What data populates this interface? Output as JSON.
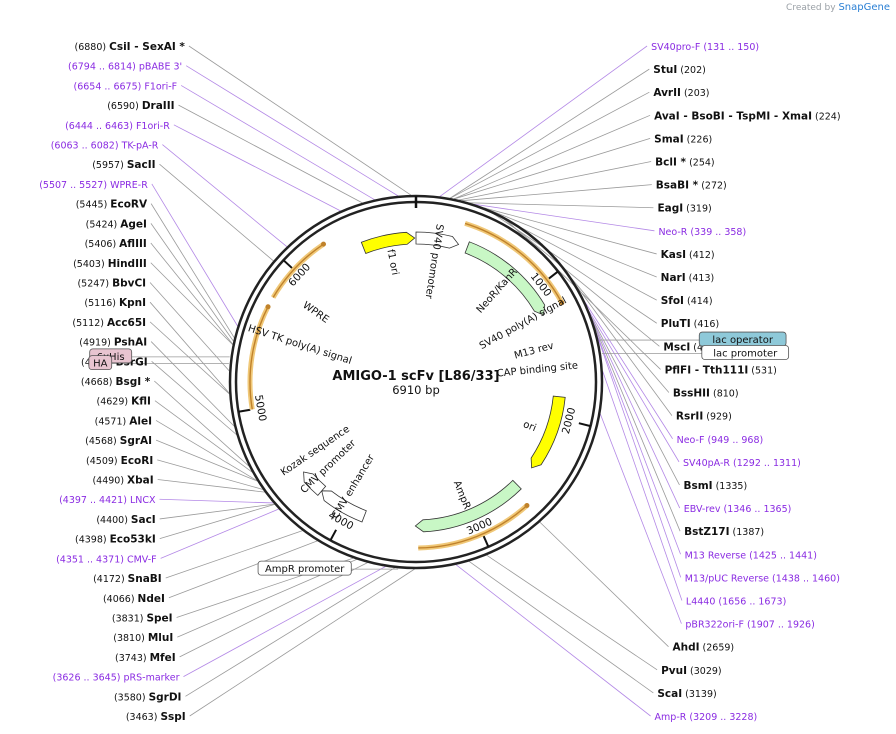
{
  "credit": {
    "prefix": "Created by",
    "brand": "SnapGene"
  },
  "plasmid": {
    "name": "AMIGO-1 scFv [L86/33]",
    "size_label": "6910 bp",
    "length": 6910
  },
  "colors": {
    "site": "#111111",
    "feature_label": "#8a2be2",
    "primer": "#8a2be2",
    "ring": "#222222",
    "orf_arrow": "#d9a441",
    "green_feature": "#c8f7c5",
    "yellow_feature": "#ffff00",
    "gray_feature": "#9a9a9a",
    "lac_operator_fill": "#8ec9d9"
  },
  "ticks": [
    {
      "label": "1000",
      "bp": 1000
    },
    {
      "label": "2000",
      "bp": 2000
    },
    {
      "label": "3000",
      "bp": 3000
    },
    {
      "label": "4000",
      "bp": 4000
    },
    {
      "label": "5000",
      "bp": 5000
    },
    {
      "label": "6000",
      "bp": 6000
    }
  ],
  "labels": [
    {
      "name": "CsiI",
      "extra": "- SexAI *",
      "pos": "(6880)",
      "kind": "site",
      "bp": 6880
    },
    {
      "name": "SV40pro-F",
      "pos": "(131 .. 150)",
      "kind": "primer",
      "bp": 140
    },
    {
      "name": "pBABE 3'",
      "pos": "(6794 .. 6814)",
      "kind": "primer",
      "bp": 6804
    },
    {
      "name": "StuI",
      "pos": "(202)",
      "kind": "site",
      "bp": 202
    },
    {
      "name": "AvrII",
      "pos": "(203)",
      "kind": "site",
      "bp": 203
    },
    {
      "name": "F1ori-F",
      "pos": "(6654 .. 6675)",
      "kind": "primer",
      "bp": 6664
    },
    {
      "name": "AvaI",
      "extra": "- BsoBI - TspMI - XmaI",
      "pos": "(224)",
      "kind": "site",
      "bp": 224
    },
    {
      "name": "DraIII",
      "pos": "(6590)",
      "kind": "site",
      "bp": 6590
    },
    {
      "name": "SmaI",
      "pos": "(226)",
      "kind": "site",
      "bp": 226
    },
    {
      "name": "BclI *",
      "pos": "(254)",
      "kind": "site",
      "bp": 254
    },
    {
      "name": "F1ori-R",
      "pos": "(6444 .. 6463)",
      "kind": "primer",
      "bp": 6453
    },
    {
      "name": "BsaBI *",
      "pos": "(272)",
      "kind": "site",
      "bp": 272
    },
    {
      "name": "EagI",
      "pos": "(319)",
      "kind": "site",
      "bp": 319
    },
    {
      "name": "TK-pA-R",
      "pos": "(6063 .. 6082)",
      "kind": "primer",
      "bp": 6072
    },
    {
      "name": "Neo-R",
      "pos": "(339 .. 358)",
      "kind": "primer",
      "bp": 348
    },
    {
      "name": "SacII",
      "pos": "(5957)",
      "kind": "site",
      "bp": 5957
    },
    {
      "name": "KasI",
      "pos": "(412)",
      "kind": "site",
      "bp": 412
    },
    {
      "name": "NarI",
      "pos": "(413)",
      "kind": "site",
      "bp": 413
    },
    {
      "name": "SfoI",
      "pos": "(414)",
      "kind": "site",
      "bp": 414
    },
    {
      "name": "PluTI",
      "pos": "(416)",
      "kind": "site",
      "bp": 416
    },
    {
      "name": "MscI",
      "pos": "(495)",
      "kind": "site",
      "bp": 495
    },
    {
      "name": "PflFI",
      "extra": "- Tth111I",
      "pos": "(531)",
      "kind": "site",
      "bp": 531
    },
    {
      "name": "BssHII",
      "pos": "(810)",
      "kind": "site",
      "bp": 810
    },
    {
      "name": "WPRE-R",
      "pos": "(5507 .. 5527)",
      "kind": "primer",
      "bp": 5517
    },
    {
      "name": "RsrII",
      "pos": "(929)",
      "kind": "site",
      "bp": 929
    },
    {
      "name": "EcoRV",
      "pos": "(5445)",
      "kind": "site",
      "bp": 5445
    },
    {
      "name": "Neo-F",
      "pos": "(949 .. 968)",
      "kind": "primer",
      "bp": 958
    },
    {
      "name": "AgeI",
      "pos": "(5424)",
      "kind": "site",
      "bp": 5424
    },
    {
      "name": "SV40pA-R",
      "pos": "(1292 .. 1311)",
      "kind": "primer",
      "bp": 1301
    },
    {
      "name": "AflIII",
      "pos": "(5406)",
      "kind": "site",
      "bp": 5406
    },
    {
      "name": "HindIII",
      "pos": "(5403)",
      "kind": "site",
      "bp": 5403
    },
    {
      "name": "BsmI",
      "pos": "(1335)",
      "kind": "site",
      "bp": 1335
    },
    {
      "name": "EBV-rev",
      "pos": "(1346 .. 1365)",
      "kind": "primer",
      "bp": 1355
    },
    {
      "name": "BstZ17I",
      "pos": "(1387)",
      "kind": "site",
      "bp": 1387
    },
    {
      "name": "BbvCI",
      "pos": "(5247)",
      "kind": "site",
      "bp": 5247
    },
    {
      "name": "M13 Reverse",
      "pos": "(1425 .. 1441)",
      "kind": "primer",
      "bp": 1433
    },
    {
      "name": "KpnI",
      "pos": "(5116)",
      "kind": "site",
      "bp": 5116
    },
    {
      "name": "Acc65I",
      "pos": "(5112)",
      "kind": "site",
      "bp": 5112
    },
    {
      "name": "M13/pUC Reverse",
      "pos": "(1438 .. 1460)",
      "kind": "primer",
      "bp": 1449
    },
    {
      "name": "PshAI",
      "pos": "(4919)",
      "kind": "site",
      "bp": 4919
    },
    {
      "name": "BsrGI",
      "pos": "(4868)",
      "kind": "site",
      "bp": 4868
    },
    {
      "name": "L4440",
      "pos": "(1656 .. 1673)",
      "kind": "primer",
      "bp": 1664
    },
    {
      "name": "pBR322ori-F",
      "pos": "(1907 .. 1926)",
      "kind": "primer",
      "bp": 1916
    },
    {
      "name": "BsgI *",
      "pos": "(4668)",
      "kind": "site",
      "bp": 4668
    },
    {
      "name": "KflI",
      "pos": "(4629)",
      "kind": "site",
      "bp": 4629
    },
    {
      "name": "AleI",
      "pos": "(4571)",
      "kind": "site",
      "bp": 4571
    },
    {
      "name": "SgrAI",
      "pos": "(4568)",
      "kind": "site",
      "bp": 4568
    },
    {
      "name": "EcoRI",
      "pos": "(4509)",
      "kind": "site",
      "bp": 4509
    },
    {
      "name": "XbaI",
      "pos": "(4490)",
      "kind": "site",
      "bp": 4490
    },
    {
      "name": "SacI",
      "pos": "(4400)",
      "kind": "site",
      "bp": 4400
    },
    {
      "name": "Eco53kI",
      "pos": "(4398)",
      "kind": "site",
      "bp": 4398
    },
    {
      "name": "LNCX",
      "pos": "(4397 .. 4421)",
      "kind": "primer",
      "bp": 4409
    },
    {
      "name": "CMV-F",
      "pos": "(4351 .. 4371)",
      "kind": "primer",
      "bp": 4361
    },
    {
      "name": "SnaBI",
      "pos": "(4172)",
      "kind": "site",
      "bp": 4172
    },
    {
      "name": "NdeI",
      "pos": "(4066)",
      "kind": "site",
      "bp": 4066
    },
    {
      "name": "AhdI",
      "pos": "(2659)",
      "kind": "site",
      "bp": 2659
    },
    {
      "name": "SpeI",
      "pos": "(3831)",
      "kind": "site",
      "bp": 3831
    },
    {
      "name": "MluI",
      "pos": "(3810)",
      "kind": "site",
      "bp": 3810
    },
    {
      "name": "MfeI",
      "pos": "(3743)",
      "kind": "site",
      "bp": 3743
    },
    {
      "name": "PvuI",
      "pos": "(3029)",
      "kind": "site",
      "bp": 3029
    },
    {
      "name": "ScaI",
      "pos": "(3139)",
      "kind": "site",
      "bp": 3139
    },
    {
      "name": "pRS-marker",
      "pos": "(3626 .. 3645)",
      "kind": "primer",
      "bp": 3635
    },
    {
      "name": "SgrDI",
      "pos": "(3580)",
      "kind": "site",
      "bp": 3580
    },
    {
      "name": "Amp-R",
      "pos": "(3209 .. 3228)",
      "kind": "primer",
      "bp": 3218
    },
    {
      "name": "SspI",
      "pos": "(3463)",
      "kind": "site",
      "bp": 3463
    }
  ],
  "boxed_labels": [
    {
      "name": "lac operator",
      "style": "filled-blue",
      "bp": 1480
    },
    {
      "name": "lac promoter",
      "style": "outline",
      "bp": 1560
    },
    {
      "name": "6xHis",
      "style": "filled-pink",
      "bp": 5330
    },
    {
      "name": "HA",
      "style": "filled-pink",
      "bp": 5290
    },
    {
      "name": "AmpR promoter",
      "style": "outline",
      "bp": 3560
    }
  ],
  "features": [
    {
      "name": "f1 ori",
      "color": "yellow",
      "start": 6500,
      "end": 6900
    },
    {
      "name": "SV40 promoter",
      "color": "white",
      "start": 6910,
      "end": 330
    },
    {
      "name": "NeoR/KanR",
      "color": "green",
      "start": 400,
      "end": 1195
    },
    {
      "name": "SV40 poly(A) signal",
      "color": "none",
      "start": 1100,
      "end": 1250
    },
    {
      "name": "M13 rev",
      "color": "none",
      "start": 1433,
      "end": 1450
    },
    {
      "name": "CAP binding site",
      "color": "none",
      "start": 1600,
      "end": 1630
    },
    {
      "name": "ori",
      "color": "yellow",
      "start": 1840,
      "end": 2430
    },
    {
      "name": "AmpR",
      "color": "green",
      "start": 2600,
      "end": 3460
    },
    {
      "name": "CMV enhancer",
      "color": "white",
      "start": 3860,
      "end": 4240
    },
    {
      "name": "CMV promoter",
      "color": "white",
      "start": 4240,
      "end": 4440
    },
    {
      "name": "Kozak sequence",
      "color": "none",
      "start": 4520,
      "end": 4530
    },
    {
      "name": "HSV TK poly(A) signal",
      "color": "none",
      "start": 5500,
      "end": 5550
    },
    {
      "name": "WPRE",
      "color": "none",
      "start": 5650,
      "end": 6050
    }
  ],
  "orf_arcs": [
    {
      "start": 330,
      "end": 1180,
      "dir": "cw"
    },
    {
      "start": 2650,
      "end": 3440,
      "dir": "ccw"
    },
    {
      "start": 5000,
      "end": 5700,
      "dir": "cw"
    },
    {
      "start": 5770,
      "end": 6260,
      "dir": "cw"
    }
  ]
}
